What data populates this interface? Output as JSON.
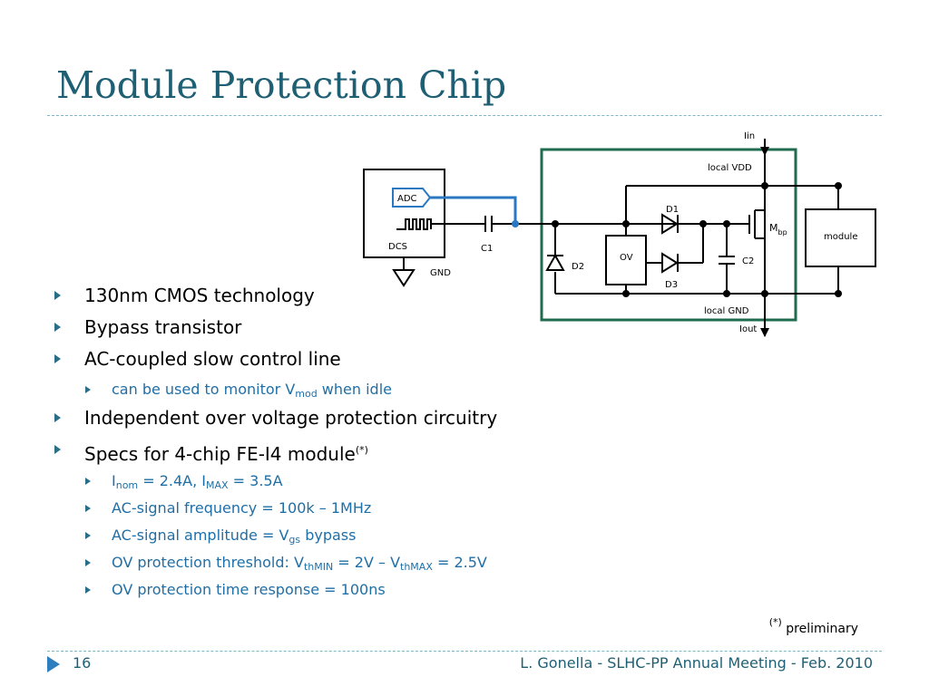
{
  "slide": {
    "title": "Module Protection Chip",
    "page_number": "16",
    "footer": "L. Gonella - SLHC-PP Annual Meeting - Feb. 2010",
    "note_marker": "(*)",
    "note_text": "preliminary"
  },
  "bullets": {
    "b1": "130nm CMOS technology",
    "b2": "Bypass transistor",
    "b3": "AC-coupled slow control line",
    "b3_sub_pre": "can be used to monitor V",
    "b3_sub_subscript": "mod",
    "b3_sub_post": " when idle",
    "b4": "Independent over voltage protection circuitry",
    "b5": "Specs for 4-chip FE-I4 module",
    "b5_marker": "(*)",
    "s1_a": "I",
    "s1_a_sub": "nom",
    "s1_b": " = 2.4A, I",
    "s1_b_sub": "MAX",
    "s1_c": " = 3.5A",
    "s2": "AC-signal frequency = 100k – 1MHz",
    "s3_a": "AC-signal amplitude = V",
    "s3_a_sub": "gs",
    "s3_b": " bypass",
    "s4_a": "OV protection threshold: V",
    "s4_a_sub": "thMIN",
    "s4_b": " = 2V – V",
    "s4_b_sub": "thMAX",
    "s4_c": " = 2.5V",
    "s5": "OV protection time response = 100ns"
  },
  "schematic": {
    "iin": "Iin",
    "local_vdd": "local VDD",
    "adc": "ADC",
    "dcs": "DCS",
    "gnd": "GND",
    "c1": "C1",
    "d1": "D1",
    "d2": "D2",
    "d3": "D3",
    "ov": "OV",
    "c2": "C2",
    "mbp": "M",
    "mbp_sub": "bp",
    "module": "module",
    "local_gnd": "local GND",
    "iout": "Iout",
    "colors": {
      "chip_box": "#1f6b4f",
      "adc_line": "#2a78c2",
      "title": "#1f5f73"
    }
  }
}
